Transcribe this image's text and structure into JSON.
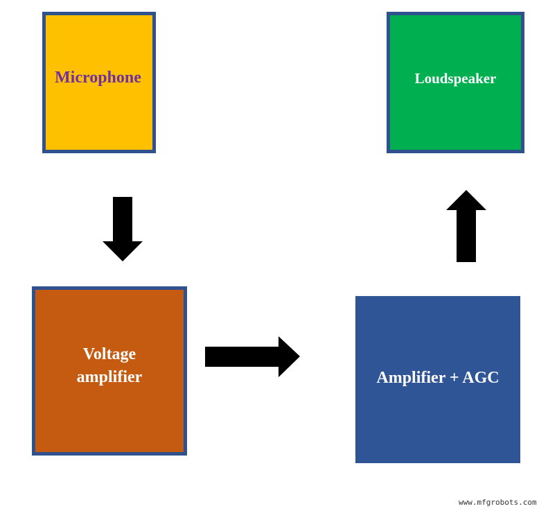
{
  "blocks": {
    "microphone": {
      "label": "Microphone",
      "fill": "#FFC000",
      "text_color": "#7030A0"
    },
    "loudspeaker": {
      "label": "Loudspeaker",
      "fill": "#00B050",
      "text_color": "#FFFFFF"
    },
    "voltage_amplifier": {
      "label": "Voltage amplifier",
      "fill": "#C55A11",
      "text_color": "#FFFFFF"
    },
    "amplifier_agc": {
      "label": "Amplifier + AGC",
      "fill": "#2F5597",
      "text_color": "#FFFFFF"
    }
  },
  "arrows": [
    {
      "from": "Microphone",
      "to": "Voltage amplifier",
      "direction": "down"
    },
    {
      "from": "Voltage amplifier",
      "to": "Amplifier + AGC",
      "direction": "right"
    },
    {
      "from": "Amplifier + AGC",
      "to": "Loudspeaker",
      "direction": "up"
    }
  ],
  "watermark": "www.mfgrobots.com"
}
